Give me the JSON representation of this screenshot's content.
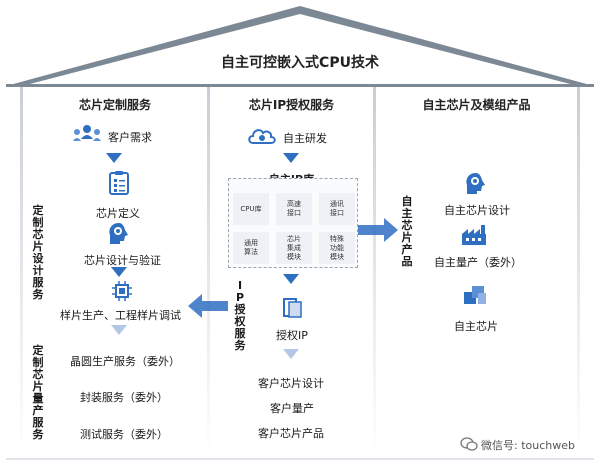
{
  "roof_title": "自主可控嵌入式CPU技术",
  "sections": {
    "left": "芯片定制服务",
    "middle": "芯片IP授权服务",
    "right": "自主芯片及模组产品"
  },
  "left_side_labels": {
    "design": "定制芯片设计服务",
    "production": "定制芯片量产服务"
  },
  "left_items": {
    "customer_demand": "客户需求",
    "chip_definition": "芯片定义",
    "design_verify": "芯片设计与验证",
    "sample_production": "样片生产、工程样片调试",
    "wafer": "晶圆生产服务（委外）",
    "packaging": "封装服务（委外）",
    "testing": "测试服务（委外）"
  },
  "middle_items": {
    "self_dev": "自主研发",
    "ip_lib_title": "自主IP库",
    "ip_cells": [
      [
        "CPU库"
      ],
      [
        "高速",
        "接口"
      ],
      [
        "通讯",
        "接口"
      ],
      [
        "通用",
        "算法"
      ],
      [
        "芯片",
        "集成",
        "模块"
      ],
      [
        "特殊",
        "功能",
        "模块"
      ]
    ],
    "license_side": "IP授权服务",
    "license_ip": "授权IP",
    "customer_design": "客户芯片设计",
    "customer_mass": "客户量产",
    "customer_product": "客户芯片产品"
  },
  "right_items": {
    "side_label": "自主芯片产品",
    "design": "自主芯片设计",
    "mass": "自主量产（委外）",
    "chip": "自主芯片"
  },
  "watermark": "微信号: touchweb",
  "colors": {
    "accent": "#2f6fc2",
    "accent_light": "#b4c8e6",
    "roof": "#7d8895"
  }
}
